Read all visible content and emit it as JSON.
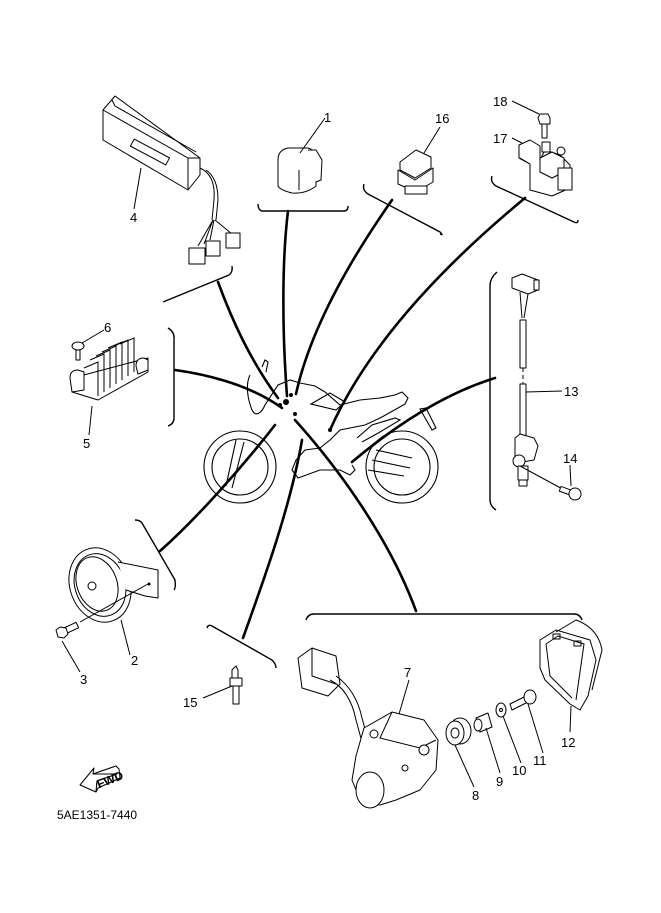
{
  "diagram": {
    "title": "Electrical parts exploded view",
    "drawing_code": "5AE1351-7440",
    "direction_indicator": "FWD",
    "callouts": [
      {
        "id": "1",
        "label": "1"
      },
      {
        "id": "2",
        "label": "2"
      },
      {
        "id": "3",
        "label": "3"
      },
      {
        "id": "4",
        "label": "4"
      },
      {
        "id": "5",
        "label": "5"
      },
      {
        "id": "6",
        "label": "6"
      },
      {
        "id": "7",
        "label": "7"
      },
      {
        "id": "8",
        "label": "8"
      },
      {
        "id": "9",
        "label": "9"
      },
      {
        "id": "10",
        "label": "10"
      },
      {
        "id": "11",
        "label": "11"
      },
      {
        "id": "12",
        "label": "12"
      },
      {
        "id": "13",
        "label": "13"
      },
      {
        "id": "14",
        "label": "14"
      },
      {
        "id": "15",
        "label": "15"
      },
      {
        "id": "16",
        "label": "16"
      },
      {
        "id": "17",
        "label": "17"
      },
      {
        "id": "18",
        "label": "18"
      }
    ]
  }
}
